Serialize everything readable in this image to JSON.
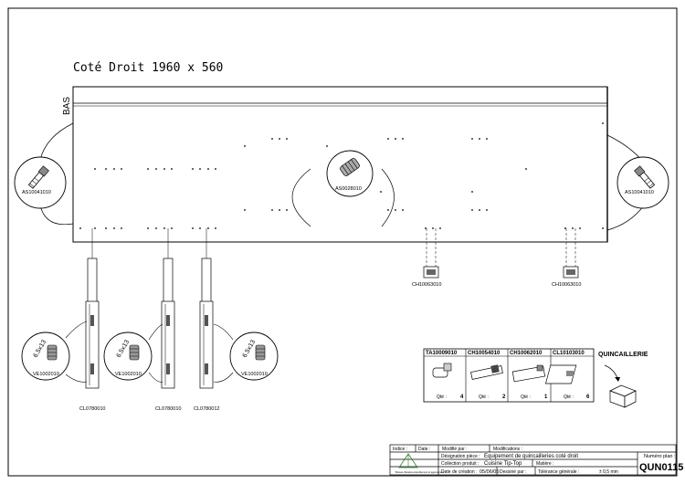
{
  "drawing": {
    "title": "Coté Droit 1960 x 560",
    "side_label": "BAS"
  },
  "callouts": [
    {
      "code": "AS10041010",
      "icon": "dowel-screw-icon"
    },
    {
      "code": "AS0028010",
      "icon": "cam-bolt-icon"
    },
    {
      "code": "AS10041010",
      "icon": "dowel-screw-icon"
    }
  ],
  "hinges": [
    {
      "code": "CH10063010"
    },
    {
      "code": "CH10063010"
    }
  ],
  "slides": [
    {
      "code": "CL0780010",
      "screw_code": "VE1002010",
      "screw_size": "6.5x13"
    },
    {
      "code": "CL0780010",
      "screw_code": "VE1002010",
      "screw_size": "6.5x13"
    },
    {
      "code": "CL0780012",
      "screw_code": "VE1002010",
      "screw_size": "6.5x13"
    }
  ],
  "hardware": {
    "heading": "QUINCAILLERIE",
    "qty_label": "Qté :",
    "items": [
      {
        "ref": "TA10009010",
        "qty": "4"
      },
      {
        "ref": "CH10054010",
        "qty": "2"
      },
      {
        "ref": "CH10062010",
        "qty": "1"
      },
      {
        "ref": "CL10103010",
        "qty": "6"
      }
    ]
  },
  "title_block": {
    "indice_label": "Indice :",
    "date_label": "Date :",
    "modifie_label": "Modifié par :",
    "modifications_label": "Modifications :",
    "designation_label": "Désignation pièce :",
    "designation_value": "Equipement de quincailleries coté droit",
    "collection_label": "Collection produit :",
    "collection_value": "Cuisine Tip-Top",
    "matiere_label": "Matière :",
    "date_creation_label": "Date de création :",
    "date_creation_value": "05/06/05",
    "dessine_label": "Dessiné par :",
    "tolerance_label": "Tolérance générale :",
    "tolerance_value": "± 0,5 mm",
    "plan_label": "Numéro plan :",
    "plan_value": "QUN0115",
    "logo_text": "Bureau d'études ameublement et agencement"
  }
}
